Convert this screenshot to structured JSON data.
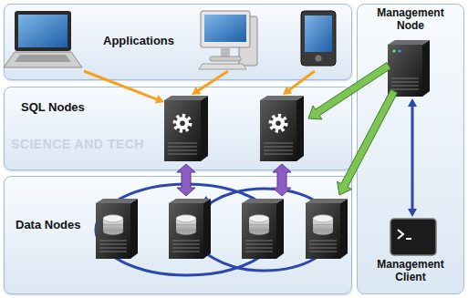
{
  "diagram": {
    "nodes": [
      {
        "text": [
          "Applications"
        ]
      },
      {
        "text": [
          "SQL Nodes"
        ]
      },
      {
        "text": [
          "Data Nodes"
        ]
      },
      {
        "text": [
          "Management Node"
        ]
      },
      {
        "text": [
          "Management Client"
        ]
      }
    ],
    "edges": [
      {
        "from": 0,
        "to": 1,
        "arrow": "to"
      },
      {
        "from": 0,
        "to": 1,
        "arrow": "to"
      },
      {
        "from": 0,
        "to": 1,
        "arrow": "to"
      },
      {
        "from": 1,
        "to": 2,
        "arrow": "both"
      },
      {
        "from": 1,
        "to": 2,
        "arrow": "both"
      },
      {
        "from": 3,
        "to": 1,
        "arrow": "to"
      },
      {
        "from": 3,
        "to": 2,
        "arrow": "to"
      },
      {
        "from": 3,
        "to": 4,
        "arrow": "both"
      }
    ],
    "labels": [
      "SCIENCE AND TECH"
    ]
  }
}
